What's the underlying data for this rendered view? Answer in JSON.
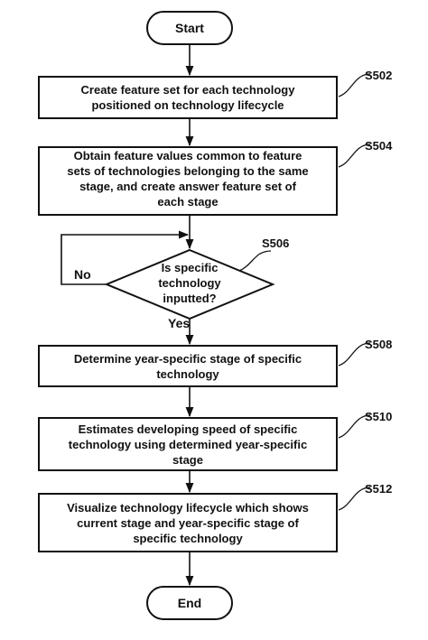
{
  "start_label": "Start",
  "end_label": "End",
  "steps": [
    {
      "id": "S502",
      "lines": [
        "Create feature set for each technology",
        "positioned on technology lifecycle"
      ]
    },
    {
      "id": "S504",
      "lines": [
        "Obtain feature values common to feature",
        "sets of technologies belonging to the same",
        "stage, and create answer feature set of",
        "each stage"
      ]
    },
    {
      "id": "S506",
      "lines": [
        "Is specific",
        "technology",
        "inputted?"
      ],
      "no_label": "No",
      "yes_label": "Yes"
    },
    {
      "id": "S508",
      "lines": [
        "Determine year-specific stage of specific",
        "technology"
      ]
    },
    {
      "id": "S510",
      "lines": [
        "Estimates developing speed of specific",
        "technology using determined year-specific",
        "stage"
      ]
    },
    {
      "id": "S512",
      "lines": [
        "Visualize technology lifecycle which shows",
        "current stage and year-specific stage of",
        "specific technology"
      ]
    }
  ]
}
